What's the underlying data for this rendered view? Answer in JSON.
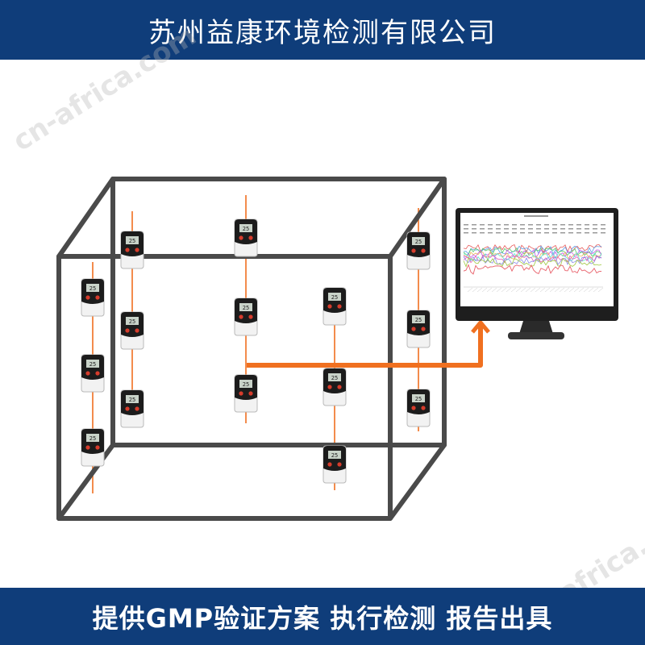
{
  "header": {
    "company_name": "苏州益康环境检测有限公司"
  },
  "footer": {
    "tagline": "提供GMP验证方案 执行检测 报告出具"
  },
  "watermarks": [
    "cn-africa.com",
    "cn-africa.cn"
  ],
  "colors": {
    "banner": "#0f3d7a",
    "frame": "#4a4a4a",
    "cable": "#f07020",
    "monitor": "#1e1e1e"
  },
  "icons": {
    "logger": "temperature-data-logger-icon",
    "monitor": "computer-monitor-icon"
  },
  "loggers": [
    {
      "id": "L1",
      "reading": "25"
    },
    {
      "id": "L2",
      "reading": "25"
    },
    {
      "id": "L3",
      "reading": "25"
    },
    {
      "id": "L4",
      "reading": "25"
    },
    {
      "id": "L5",
      "reading": "25"
    },
    {
      "id": "L6",
      "reading": "25"
    },
    {
      "id": "L7",
      "reading": "25"
    },
    {
      "id": "L8",
      "reading": "25"
    },
    {
      "id": "L9",
      "reading": "25"
    },
    {
      "id": "L10",
      "reading": "25"
    },
    {
      "id": "L11",
      "reading": "25"
    },
    {
      "id": "L12",
      "reading": "25"
    },
    {
      "id": "L13",
      "reading": "25"
    },
    {
      "id": "L14",
      "reading": "25"
    },
    {
      "id": "L15",
      "reading": "25"
    }
  ]
}
